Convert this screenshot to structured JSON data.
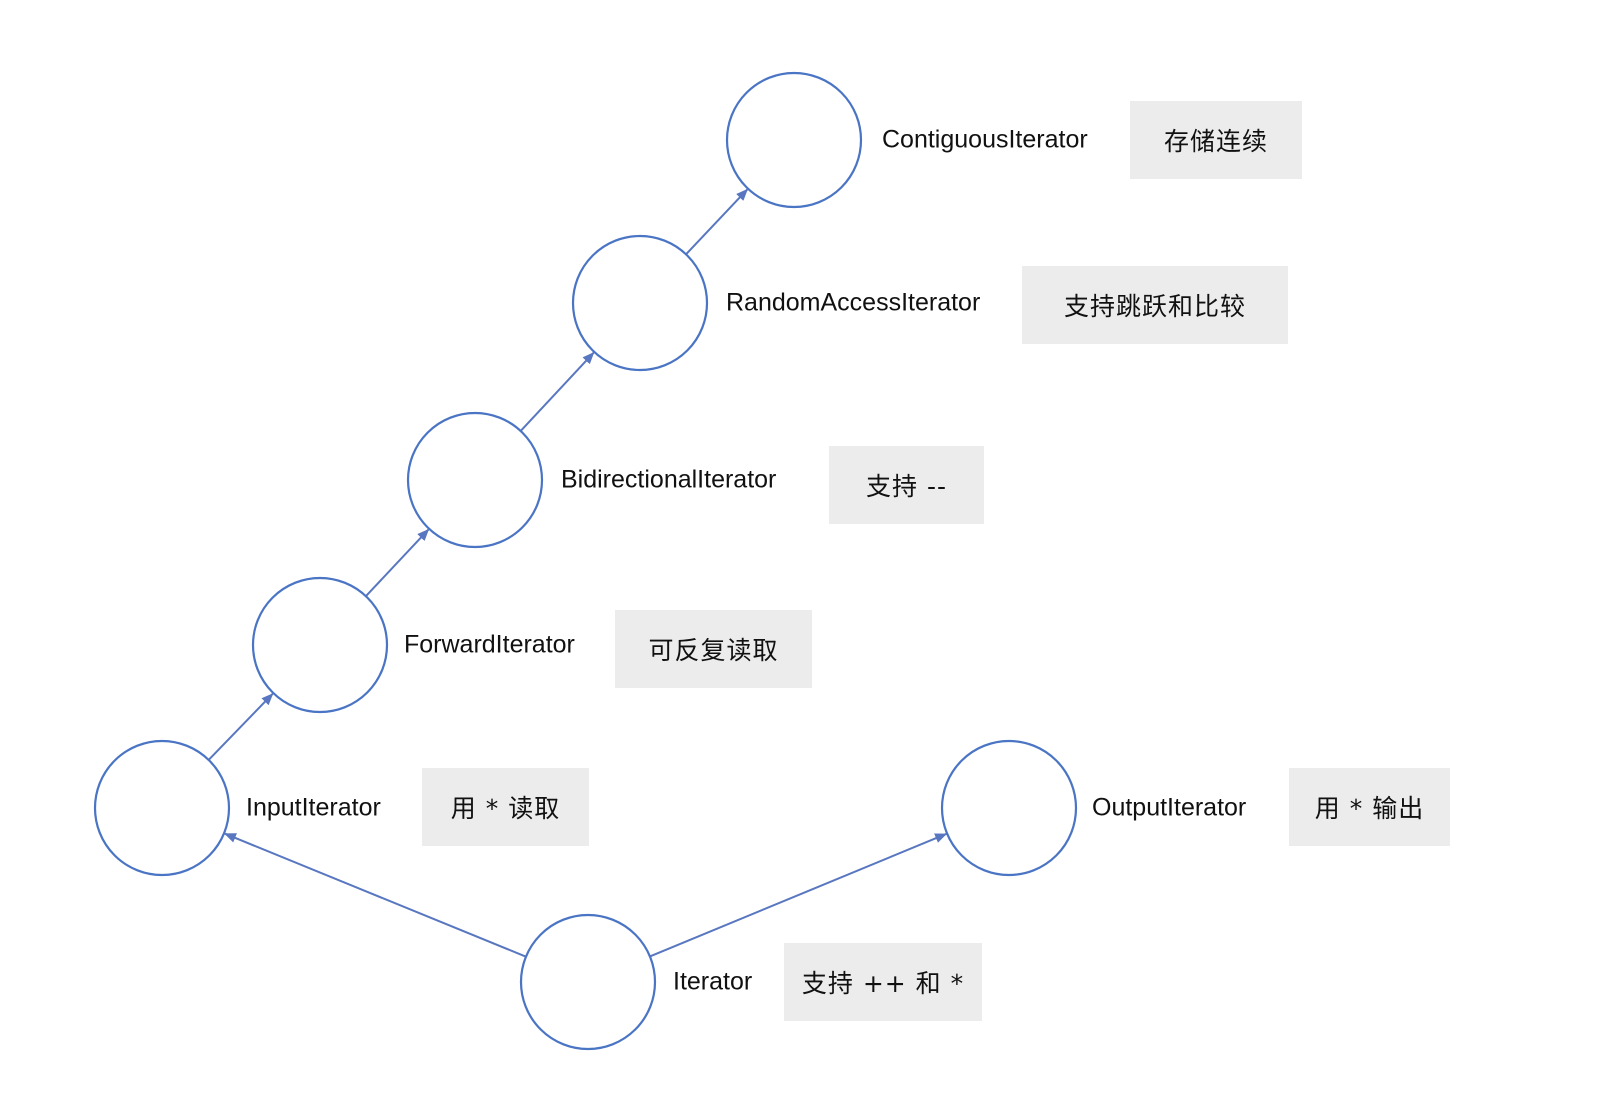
{
  "nodes": [
    {
      "id": "contiguous",
      "label": "ContiguousIterator",
      "description": "存储连续"
    },
    {
      "id": "random-access",
      "label": "RandomAccessIterator",
      "description": "支持跳跃和比较"
    },
    {
      "id": "bidirectional",
      "label": "BidirectionalIterator",
      "description": "支持 --"
    },
    {
      "id": "forward",
      "label": "ForwardIterator",
      "description": "可反复读取"
    },
    {
      "id": "input",
      "label": "InputIterator",
      "description": "用 * 读取"
    },
    {
      "id": "output",
      "label": "OutputIterator",
      "description": "用 * 输出"
    },
    {
      "id": "iterator",
      "label": "Iterator",
      "description": "支持 ++ 和 *"
    }
  ],
  "edges": [
    {
      "from": "iterator",
      "to": "input"
    },
    {
      "from": "iterator",
      "to": "output"
    },
    {
      "from": "input",
      "to": "forward"
    },
    {
      "from": "forward",
      "to": "bidirectional"
    },
    {
      "from": "bidirectional",
      "to": "random-access"
    },
    {
      "from": "random-access",
      "to": "contiguous"
    }
  ],
  "colors": {
    "circle_stroke": "#4a74c4",
    "edge": "#5877c0",
    "box_fill": "#ececec",
    "text": "#111111"
  }
}
